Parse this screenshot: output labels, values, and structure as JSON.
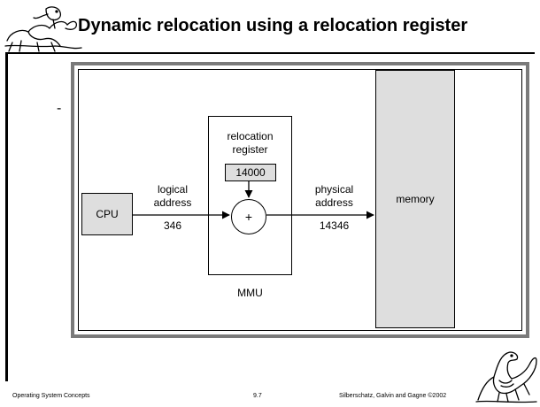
{
  "slide": {
    "title": "Dynamic relocation using a relocation register",
    "bullet": "-"
  },
  "diagram": {
    "cpu_label": "CPU",
    "logical_label": "logical\naddress",
    "logical_value": "346",
    "register_label": "relocation\nregister",
    "register_value": "14000",
    "adder_symbol": "+",
    "mmu_label": "MMU",
    "physical_label": "physical\naddress",
    "physical_value": "14346",
    "memory_label": "memory"
  },
  "footer": {
    "left": "Operating System Concepts",
    "center": "9.7",
    "right": "Silberschatz, Galvin and  Gagne ©2002"
  },
  "icons": {
    "top_left": "dinosaur-illustration-icon",
    "bottom_right": "dinosaur-illustration-icon"
  }
}
